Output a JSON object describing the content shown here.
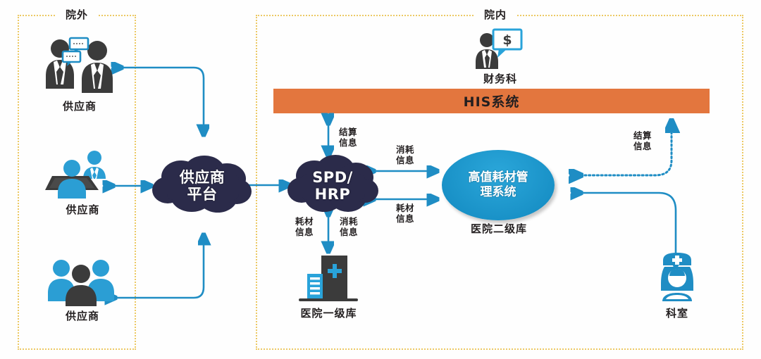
{
  "zones": [
    {
      "id": "outside",
      "label": "院外"
    },
    {
      "id": "inside",
      "label": "院内"
    }
  ],
  "nodes": {
    "supplier_top": {
      "label": "供应商",
      "icon": "two-people-chat-icon"
    },
    "supplier_mid": {
      "label": "供应商",
      "icon": "people-desk-icon"
    },
    "supplier_bottom": {
      "label": "供应商",
      "icon": "people-group-icon"
    },
    "supplier_platform": {
      "label": "供应商\n平台",
      "shape": "cloud"
    },
    "spd_hrp": {
      "label": "SPD/\nHRP",
      "shape": "cloud"
    },
    "hcms": {
      "label": "高值耗材管\n理系统",
      "caption": "医院二级库",
      "shape": "ellipse"
    },
    "finance": {
      "label": "财务科",
      "icon": "person-money-icon"
    },
    "his": {
      "label": "HIS系统",
      "shape": "bar"
    },
    "warehouse1": {
      "label": "医院一级库",
      "icon": "hospital-building-icon"
    },
    "department": {
      "label": "科室",
      "icon": "nurse-icon"
    }
  },
  "flow_labels": {
    "settlement_spd": "结算\n信息",
    "consume_right": "消耗\n信息",
    "material_right": "耗材\n信息",
    "material_down": "耗材\n信息",
    "consume_down": "消耗\n信息",
    "settlement_dept": "结算\n信息"
  },
  "colors": {
    "accent_blue": "#1f8dc4",
    "cloud_navy": "#2b2b4a",
    "his_orange": "#e3763e",
    "zone_border": "#ecc964",
    "ellipse_blue": "#1f9bd1",
    "icon_dark": "#3b3b3b"
  }
}
